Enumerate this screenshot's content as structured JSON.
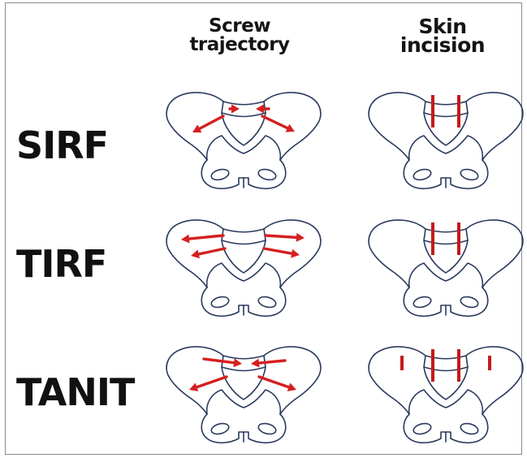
{
  "columns": {
    "screw": {
      "line1": "Screw",
      "line2": "trajectory"
    },
    "skin": {
      "line1": "Skin",
      "line2": "incision"
    }
  },
  "rows": [
    {
      "label": "SIRF"
    },
    {
      "label": "TIRF"
    },
    {
      "label": "TANIT"
    }
  ],
  "colors": {
    "outline": "#2a3a5e",
    "marks": "#d42020",
    "text": "#111111"
  }
}
